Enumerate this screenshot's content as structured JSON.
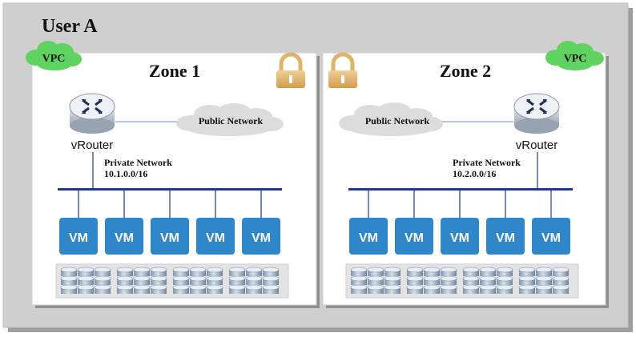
{
  "user_label": "User A",
  "colors": {
    "outer_bg": "#cfcfcf",
    "zone_bg": "#ffffff",
    "cloud_green": "#5fd35f",
    "cloud_gray": "#dcdcdc",
    "vm_blue": "#2f86c8",
    "bus_blue": "#1c3d8c",
    "lock_gold": "#e0b36a",
    "router_gray": "#b9c1cc"
  },
  "icons": {
    "lock": "padlock-icon",
    "router": "router-icon",
    "cloud": "cloud-icon",
    "storage": "disk-stack-icon"
  },
  "zones": [
    {
      "title": "Zone 1",
      "vpc_label": "VPC",
      "router_label": "vRouter",
      "public_network_label": "Public Network",
      "private_network_label": "Private Network",
      "private_network_cidr": "10.1.0.0/16",
      "vms": [
        "VM",
        "VM",
        "VM",
        "VM",
        "VM"
      ],
      "storage_groups": 4
    },
    {
      "title": "Zone 2",
      "vpc_label": "VPC",
      "router_label": "vRouter",
      "public_network_label": "Public Network",
      "private_network_label": "Private Network",
      "private_network_cidr": "10.2.0.0/16",
      "vms": [
        "VM",
        "VM",
        "VM",
        "VM",
        "VM"
      ],
      "storage_groups": 4
    }
  ]
}
